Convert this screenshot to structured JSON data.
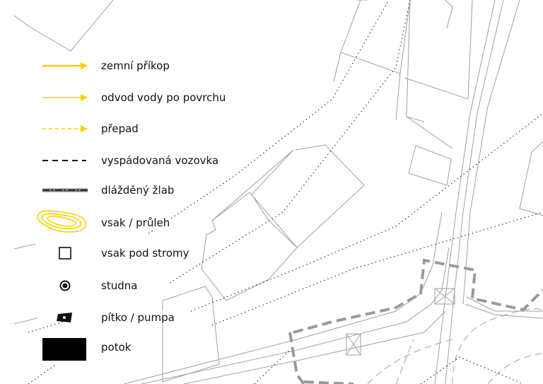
{
  "colors": {
    "line_yellow": "#f5d200",
    "map_lines": "#a0a0a0",
    "boundary_gray": "#9a9a9a",
    "dotted_black": "#222222",
    "text": "#111111"
  },
  "legend": [
    {
      "id": "zemni-prikop",
      "label": "zemní příkop",
      "symbol": "solid-yellow-arrow"
    },
    {
      "id": "odvod-vody",
      "label": "odvod vody po povrchu",
      "symbol": "thin-yellow-arrow"
    },
    {
      "id": "prepad",
      "label": "přepad",
      "symbol": "dashed-yellow-arrow"
    },
    {
      "id": "vyspadovana-vozovka",
      "label": "vyspádovaná vozovka",
      "symbol": "dashed-black-line"
    },
    {
      "id": "dlazdeny-zlab",
      "label": "dlážděný žlab",
      "symbol": "dash-dot-gray-line"
    },
    {
      "id": "vsak-pruleh",
      "label": "vsak / průleh",
      "symbol": "yellow-contour-icon"
    },
    {
      "id": "vsak-pod-stromy",
      "label": "vsak pod stromy",
      "symbol": "square-outline-icon"
    },
    {
      "id": "studna",
      "label": "studna",
      "symbol": "well-ring-icon"
    },
    {
      "id": "pitko-pumpa",
      "label": "pítko / pumpa",
      "symbol": "pump-icon"
    },
    {
      "id": "potok",
      "label": "potok",
      "symbol": "black-rectangle"
    }
  ]
}
